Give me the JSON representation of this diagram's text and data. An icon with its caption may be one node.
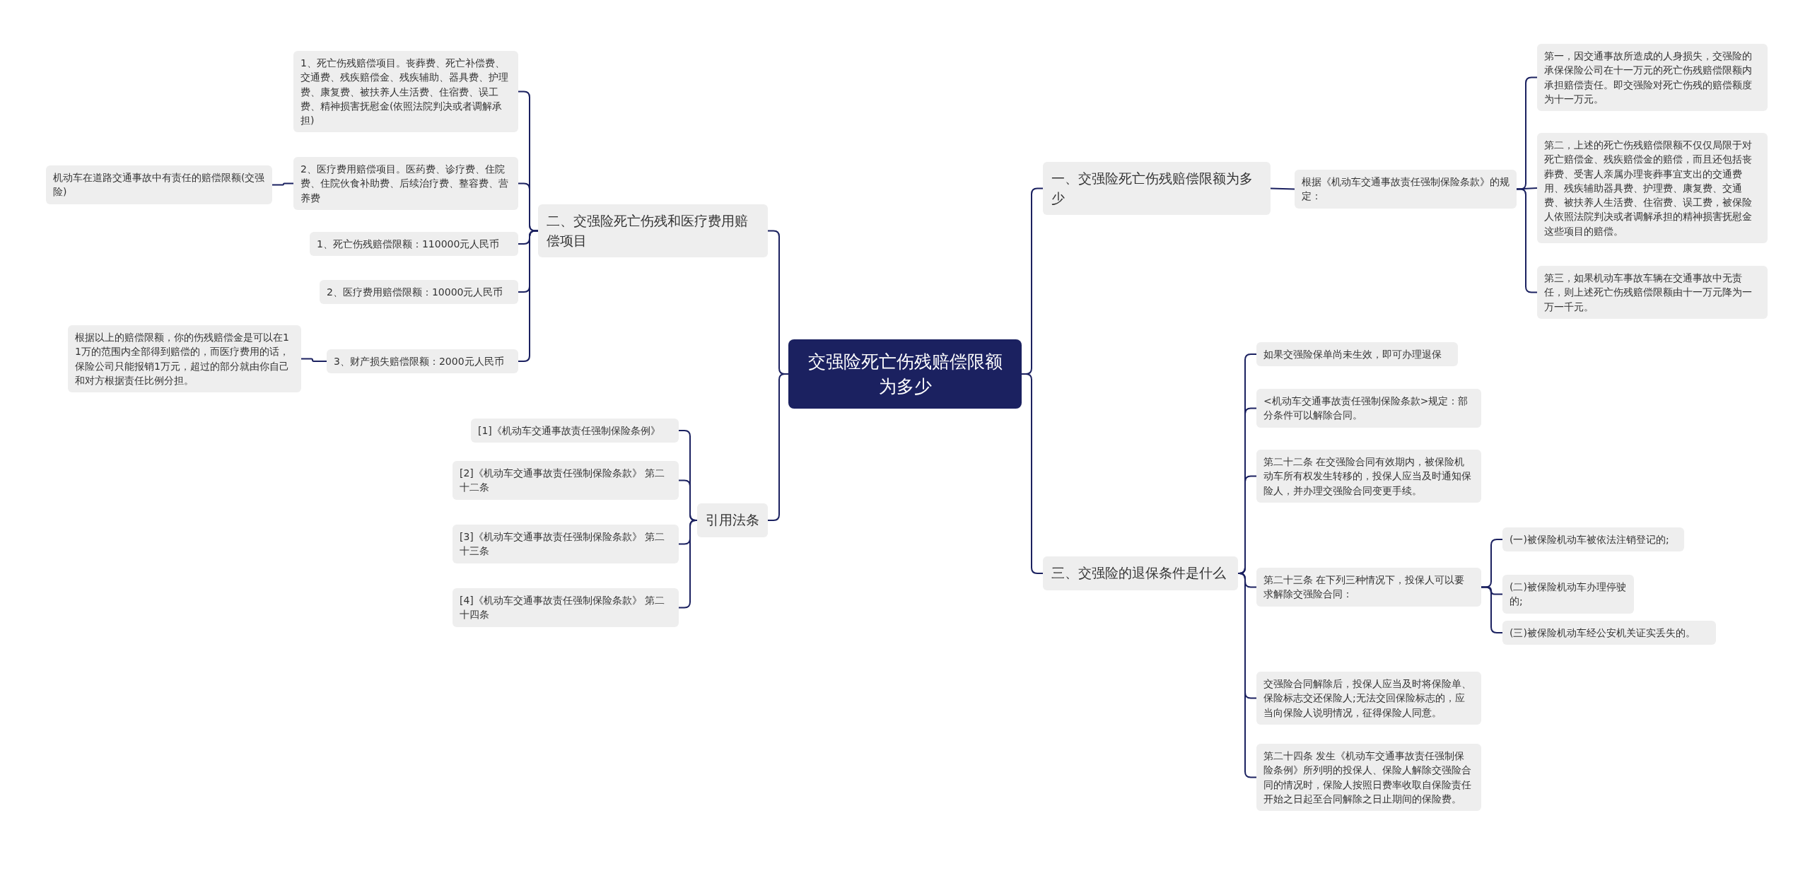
{
  "diagram": {
    "nodes": [
      {
        "text": [
          "交强险死亡伤残赔偿限额为多少"
        ]
      },
      {
        "text": [
          "一、交强险死亡伤残赔偿限额为多少"
        ]
      },
      {
        "text": [
          "根据《机动车交通事故责任强制保险条款》的规定："
        ]
      },
      {
        "text": [
          "第一，因交通事故所造成的人身损失，交强险的承保保险公司在十一万元的死亡伤残赔偿限额内承担赔偿责任。即交强险对死亡伤残的赔偿额度为十一万元。"
        ]
      },
      {
        "text": [
          "第二，上述的死亡伤残赔偿限额不仅仅局限于对死亡赔偿金、残疾赔偿金的赔偿，而且还包括丧葬费、受害人亲属办理丧葬事宜支出的交通费用、残疾辅助器具费、护理费、康复费、交通费、被扶养人生活费、住宿费、误工费，被保险人依照法院判决或者调解承担的精神损害抚慰金这些项目的赔偿。"
        ]
      },
      {
        "text": [
          "第三，如果机动车事故车辆在交通事故中无责任，则上述死亡伤残赔偿限额由十一万元降为一万一千元。"
        ]
      },
      {
        "text": [
          "二、交强险死亡伤残和医疗费用赔偿项目"
        ]
      },
      {
        "text": [
          "1、死亡伤残赔偿项目。丧葬费、死亡补偿费、交通费、残疾赔偿金、残疾辅助、器具费、护理费、康复费、被扶养人生活费、住宿费、误工费、精神损害抚慰金(依照法院判决或者调解承担)"
        ]
      },
      {
        "text": [
          "2、医疗费用赔偿项目。医药费、诊疗费、住院费、住院伙食补助费、后续治疗费、整容费、营养费"
        ]
      },
      {
        "text": [
          "机动车在道路交通事故中有责任的赔偿限额(交强险)"
        ]
      },
      {
        "text": [
          "1、死亡伤残赔偿限额：110000元人民币"
        ]
      },
      {
        "text": [
          "2、医疗费用赔偿限额：10000元人民币"
        ]
      },
      {
        "text": [
          "3、财产损失赔偿限额：2000元人民币"
        ]
      },
      {
        "text": [
          "根据以上的赔偿限额，你的伤残赔偿金是可以在11万的范围内全部得到赔偿的，而医疗费用的话，保险公司只能报销1万元，超过的部分就由你自己和对方根据责任比例分担。"
        ]
      },
      {
        "text": [
          "引用法条"
        ]
      },
      {
        "text": [
          "[1]《机动车交通事故责任强制保险条例》"
        ]
      },
      {
        "text": [
          "[2]《机动车交通事故责任强制保险条款》 第二十二条"
        ]
      },
      {
        "text": [
          "[3]《机动车交通事故责任强制保险条款》 第二十三条"
        ]
      },
      {
        "text": [
          "[4]《机动车交通事故责任强制保险条款》 第二十四条"
        ]
      },
      {
        "text": [
          "三、交强险的退保条件是什么"
        ]
      },
      {
        "text": [
          "如果交强险保单尚未生效，即可办理退保"
        ]
      },
      {
        "text": [
          "<机动车交通事故责任强制保险条款>规定：部分条件可以解除合同。"
        ]
      },
      {
        "text": [
          "第二十二条 在交强险合同有效期内，被保险机动车所有权发生转移的，投保人应当及时通知保险人，并办理交强险合同变更手续。"
        ]
      },
      {
        "text": [
          "第二十三条 在下列三种情况下，投保人可以要求解除交强险合同："
        ]
      },
      {
        "text": [
          "(一)被保险机动车被依法注销登记的;"
        ]
      },
      {
        "text": [
          "(二)被保险机动车办理停驶的;"
        ]
      },
      {
        "text": [
          "(三)被保险机动车经公安机关证实丢失的。"
        ]
      },
      {
        "text": [
          "交强险合同解除后，投保人应当及时将保险单、保险标志交还保险人;无法交回保险标志的，应当向保险人说明情况，征得保险人同意。"
        ]
      },
      {
        "text": [
          "第二十四条 发生《机动车交通事故责任强制保险条例》所列明的投保人、保险人解除交强险合同的情况时，保险人按照日费率收取自保险责任开始之日起至合同解除之日止期间的保险费。"
        ]
      }
    ],
    "edges": [
      {
        "from": 0,
        "to": 1,
        "arrow": "none"
      },
      {
        "from": 1,
        "to": 2,
        "arrow": "none"
      },
      {
        "from": 2,
        "to": 3,
        "arrow": "none"
      },
      {
        "from": 2,
        "to": 4,
        "arrow": "none"
      },
      {
        "from": 2,
        "to": 5,
        "arrow": "none"
      },
      {
        "from": 0,
        "to": 6,
        "arrow": "none"
      },
      {
        "from": 6,
        "to": 7,
        "arrow": "none"
      },
      {
        "from": 6,
        "to": 8,
        "arrow": "none"
      },
      {
        "from": 8,
        "to": 9,
        "arrow": "none"
      },
      {
        "from": 6,
        "to": 10,
        "arrow": "none"
      },
      {
        "from": 6,
        "to": 11,
        "arrow": "none"
      },
      {
        "from": 6,
        "to": 12,
        "arrow": "none"
      },
      {
        "from": 12,
        "to": 13,
        "arrow": "none"
      },
      {
        "from": 0,
        "to": 14,
        "arrow": "none"
      },
      {
        "from": 14,
        "to": 15,
        "arrow": "none"
      },
      {
        "from": 14,
        "to": 16,
        "arrow": "none"
      },
      {
        "from": 14,
        "to": 17,
        "arrow": "none"
      },
      {
        "from": 14,
        "to": 18,
        "arrow": "none"
      },
      {
        "from": 0,
        "to": 19,
        "arrow": "none"
      },
      {
        "from": 19,
        "to": 20,
        "arrow": "none"
      },
      {
        "from": 19,
        "to": 21,
        "arrow": "none"
      },
      {
        "from": 19,
        "to": 22,
        "arrow": "none"
      },
      {
        "from": 19,
        "to": 23,
        "arrow": "none"
      },
      {
        "from": 23,
        "to": 24,
        "arrow": "none"
      },
      {
        "from": 23,
        "to": 25,
        "arrow": "none"
      },
      {
        "from": 23,
        "to": 26,
        "arrow": "none"
      },
      {
        "from": 19,
        "to": 27,
        "arrow": "none"
      },
      {
        "from": 19,
        "to": 28,
        "arrow": "none"
      }
    ]
  }
}
